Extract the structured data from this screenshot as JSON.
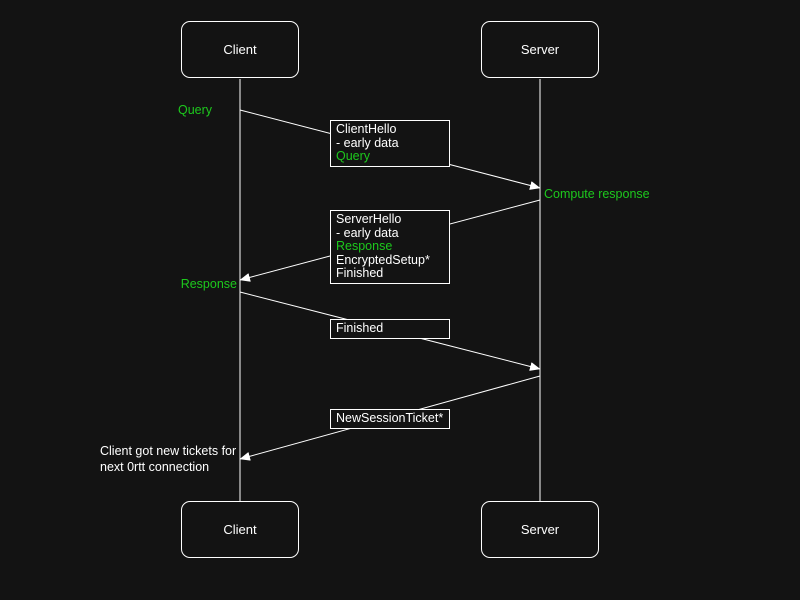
{
  "colors": {
    "background": "#131313",
    "stroke": "#ffffff",
    "text": "#ffffff",
    "accent_green": "#1dc81d"
  },
  "actors": {
    "client": "Client",
    "server": "Server"
  },
  "labels": {
    "query": "Query",
    "compute_response": "Compute response",
    "response": "Response",
    "note_line1": "Client got new tickets for",
    "note_line2": "next 0rtt connection"
  },
  "messages": {
    "m1": {
      "l1": "ClientHello",
      "l2": "- early data",
      "l3": "Query"
    },
    "m2": {
      "l1": "ServerHello",
      "l2": "- early data",
      "l3": "Response",
      "l4": "EncryptedSetup*",
      "l5": "Finished"
    },
    "m3": {
      "l1": "Finished"
    },
    "m4": {
      "l1": "NewSessionTicket*"
    }
  }
}
